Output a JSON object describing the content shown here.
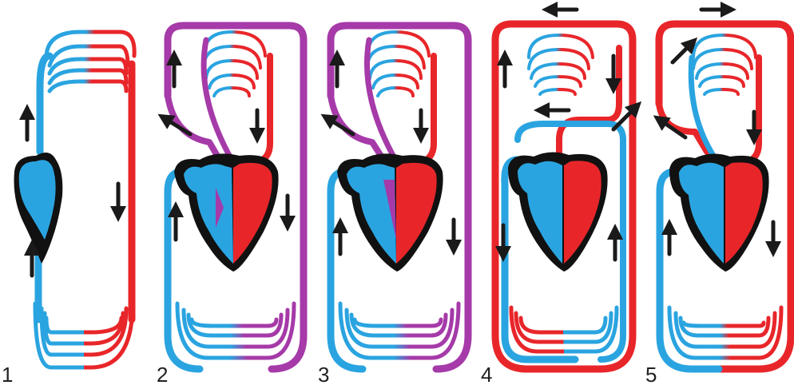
{
  "figure": {
    "panels": [
      {
        "label": "1"
      },
      {
        "label": "2"
      },
      {
        "label": "3"
      },
      {
        "label": "4"
      },
      {
        "label": "5"
      }
    ]
  },
  "colors": {
    "oxygen_poor": "#2aa4e0",
    "oxygen_rich": "#e8262a",
    "mixed": "#a53aa8",
    "outline": "#111111",
    "arrow": "#1a1a1a"
  },
  "icons": {
    "heart": "heart-icon",
    "flow_arrow": "arrow-icon"
  }
}
